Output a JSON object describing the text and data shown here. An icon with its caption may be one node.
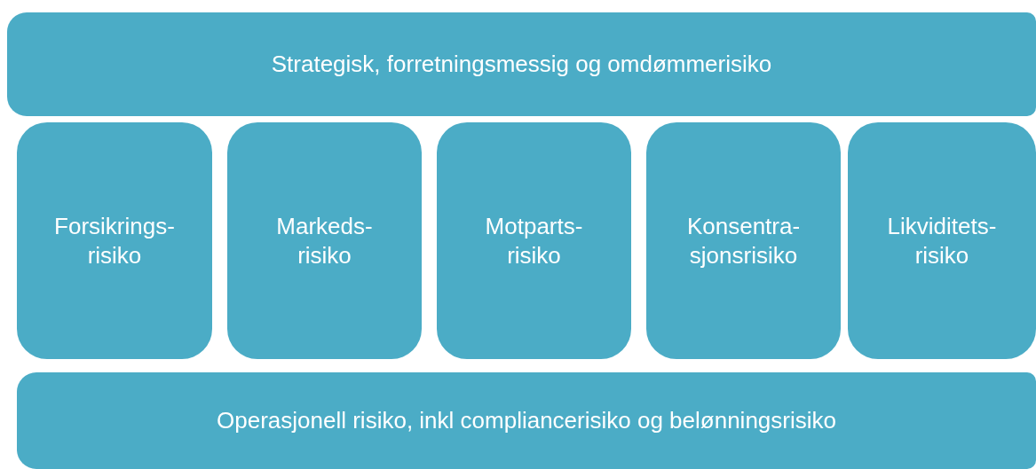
{
  "diagram": {
    "nodes": [
      {
        "text": [
          "Strategisk, forretningsmessig og omdømmerisiko"
        ]
      },
      {
        "text": [
          "Forsikrings- risiko"
        ]
      },
      {
        "text": [
          "Markeds- risiko"
        ]
      },
      {
        "text": [
          "Motparts- risiko"
        ]
      },
      {
        "text": [
          "Konsentra- sjonsrisiko"
        ]
      },
      {
        "text": [
          "Likviditets- risiko"
        ]
      },
      {
        "text": [
          "Operasjonell risiko, inkl compliancerisiko og belønningsrisiko"
        ]
      }
    ]
  }
}
